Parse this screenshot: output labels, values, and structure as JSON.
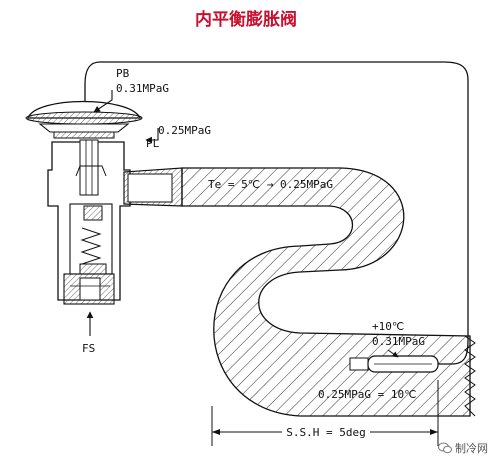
{
  "title": "内平衡膨胀阀",
  "labels": {
    "pb": "PB",
    "pb_pressure": "0.31MPaG",
    "pl": "PL",
    "pl_pressure": "0.25MPaG",
    "te": "Te = 5℃ → 0.25MPaG",
    "fs": "FS",
    "bulb_temp": "+10℃",
    "bulb_pressure": "0.31MPaG",
    "outlet_condition": "0.25MPaG = 10℃",
    "ssh": "S.S.H = 5deg"
  },
  "watermark": {
    "icon": "wechat-icon",
    "text": "制冷网"
  },
  "colors": {
    "title": "#c8102e",
    "line": "#111111",
    "hatch": "#333333"
  }
}
